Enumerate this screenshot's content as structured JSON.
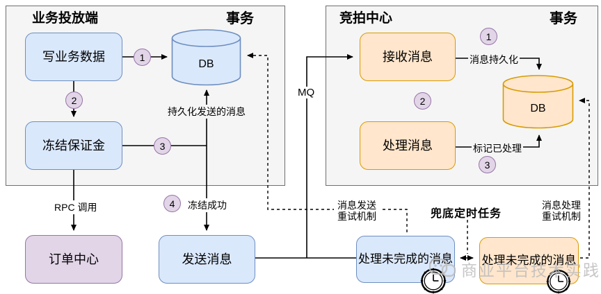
{
  "colors": {
    "blue-fill": "#dae8fc",
    "blue-stroke": "#6c8ebf",
    "orange-fill": "#ffe6cc",
    "orange-stroke": "#d79b00",
    "purple-fill": "#e1d5e7",
    "purple-stroke": "#9673a6",
    "panel-fill": "#f5f5f5",
    "panel-stroke": "#6e6e6e",
    "line": "#000000",
    "watermark": "#bdbdbd"
  },
  "panels": {
    "left": {
      "title": "业务投放端",
      "tag": "事务"
    },
    "right": {
      "title": "竞拍中心",
      "tag": "事务"
    }
  },
  "nodes": {
    "write_data": "写业务数据",
    "freeze_deposit": "冻结保证金",
    "order_center": "订单中心",
    "send_message": "发送消息",
    "db_left": "DB",
    "db_right": "DB",
    "receive_message": "接收消息",
    "process_message": "处理消息",
    "handle_unfinished_sender": "处理未完成的消息",
    "handle_unfinished_consumer": "处理未完成的消息"
  },
  "steps": {
    "left_1": "1",
    "left_2": "2",
    "left_3": "3",
    "left_4": "4",
    "right_1": "1",
    "right_2": "2",
    "right_3": "3"
  },
  "labels": {
    "persist_sent": "持久化发送的消息",
    "rpc_call": "RPC 调用",
    "freeze_success": "冻结成功",
    "mq": "MQ",
    "msg_persist": "消息持久化",
    "mark_processed": "标记已处理",
    "retry_send_line1": "消息发送",
    "retry_send_line2": "重试机制",
    "fallback_timer": "兜底定时任务",
    "retry_process_line1": "消息处理",
    "retry_process_line2": "重试机制"
  },
  "watermark": {
    "text": "商业平台技术实践"
  },
  "icons": {
    "clock": "clock-icon",
    "watermark_logo": "wechat-icon",
    "database": "db-cylinder-icon"
  }
}
